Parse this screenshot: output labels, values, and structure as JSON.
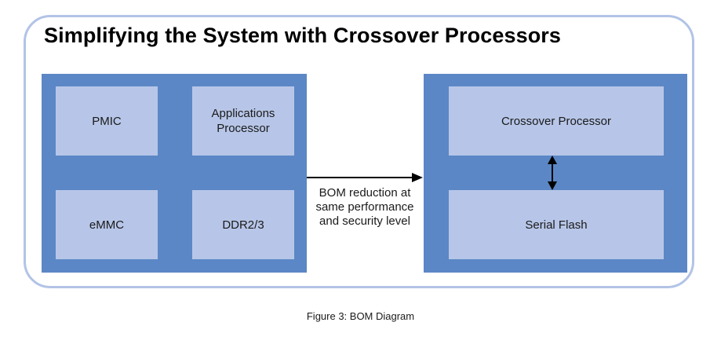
{
  "diagram": {
    "title": "Simplifying the System with Crossover Processors",
    "left_panel": {
      "blocks": [
        {
          "label": "PMIC"
        },
        {
          "label": "Applications\nProcessor"
        },
        {
          "label": "eMMC"
        },
        {
          "label": "DDR2/3"
        }
      ]
    },
    "connector": {
      "label": "BOM reduction at\nsame performance\nand security level"
    },
    "right_panel": {
      "blocks": [
        {
          "label": "Crossover Processor"
        },
        {
          "label": "Serial Flash"
        }
      ]
    },
    "caption": "Figure 3: BOM Diagram",
    "colors": {
      "frame_border": "#b2c3e6",
      "panel_fill": "#5b87c6",
      "block_fill": "#b7c6e8",
      "arrow": "#000000"
    }
  }
}
